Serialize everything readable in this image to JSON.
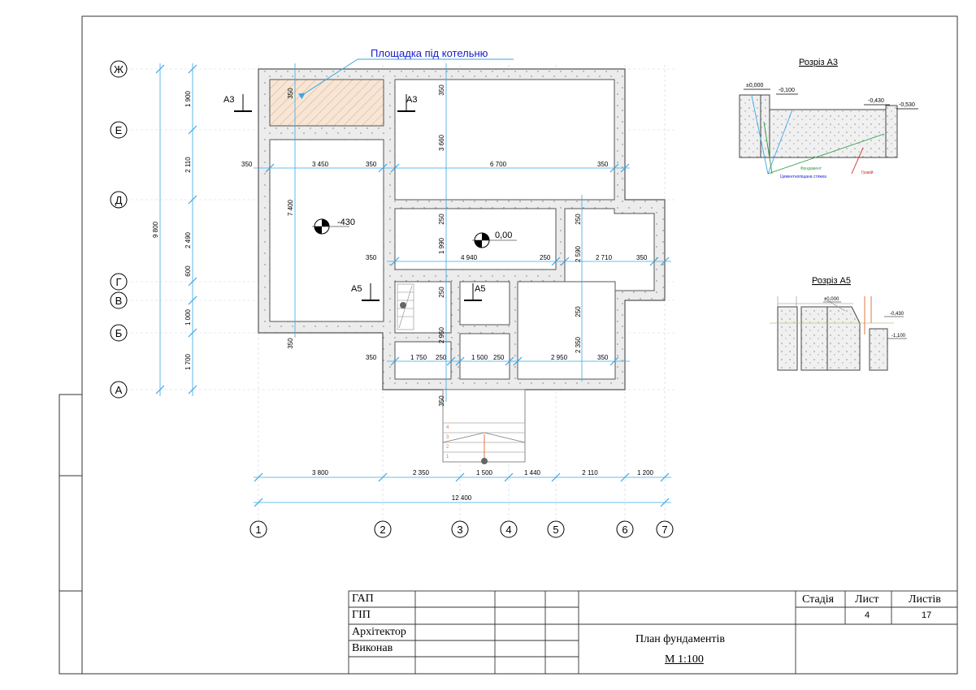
{
  "plan": {
    "callout_label": "Площадка під котельню",
    "section_marks": {
      "a3": "А3",
      "a5": "А5"
    },
    "levels": {
      "basement": "-430",
      "ground": "0,00"
    },
    "axes_rows": [
      "Ж",
      "Е",
      "Д",
      "Г",
      "В",
      "Б",
      "А"
    ],
    "axes_cols": [
      "1",
      "2",
      "3",
      "4",
      "5",
      "6",
      "7"
    ],
    "left_dims_outer": "9 800",
    "left_dims_inner": [
      "1 900",
      "2 110",
      "2 490",
      "600",
      "1 000",
      "1 700"
    ],
    "bottom_dims": [
      "3 800",
      "2 350",
      "1 500",
      "1 440",
      "2 110",
      "1 200"
    ],
    "bottom_total": "12 400",
    "inner_dims": {
      "row_d": [
        "350",
        "3 450",
        "350",
        "6 700",
        "350"
      ],
      "row_g": [
        "350",
        "4 940",
        "250",
        "2 710",
        "350"
      ],
      "row_a": [
        "350",
        "1 750",
        "250",
        "1 500",
        "250",
        "2 950",
        "350"
      ],
      "vert_left": "7 400",
      "vert_left_350": "350",
      "vert_top_350": "350",
      "vert_3660": "3 660",
      "vert_250a": "250",
      "vert_1990": "1 990",
      "vert_250b": "250",
      "vert_2950": "2 950",
      "vert_2590": "2 590",
      "vert_250c": "250",
      "vert_250d": "250",
      "vert_2350": "2 350",
      "vert_350_bottom": "350"
    },
    "stair_steps": [
      "4",
      "3",
      "2",
      "1"
    ]
  },
  "section_a3": {
    "title": "Розріз А3",
    "marks": [
      "±0,000",
      "-0,100",
      "-0,430",
      "-0,530"
    ],
    "legend": [
      "Фундамент",
      "Цементнопіщана стяжка",
      "Гравій"
    ]
  },
  "section_a5": {
    "title": "Розріз А5",
    "marks": [
      "±0,000",
      "-0,430",
      "-1,100"
    ]
  },
  "title_block": {
    "roles": [
      "ГАП",
      "ГІП",
      "Архітектор",
      "Виконав"
    ],
    "headers": {
      "stage": "Стадія",
      "sheet": "Лист",
      "sheets": "Листів"
    },
    "values": {
      "sheet": "4",
      "sheets": "17"
    },
    "drawing_name": "План фундаментів",
    "scale": "М 1:100"
  },
  "colors": {
    "dimension": "#3aa7e6",
    "wall": "#555555",
    "callout": "#1a1acc",
    "boiler_hatch": "#e8bf9a",
    "stair": "#e07a3c"
  }
}
